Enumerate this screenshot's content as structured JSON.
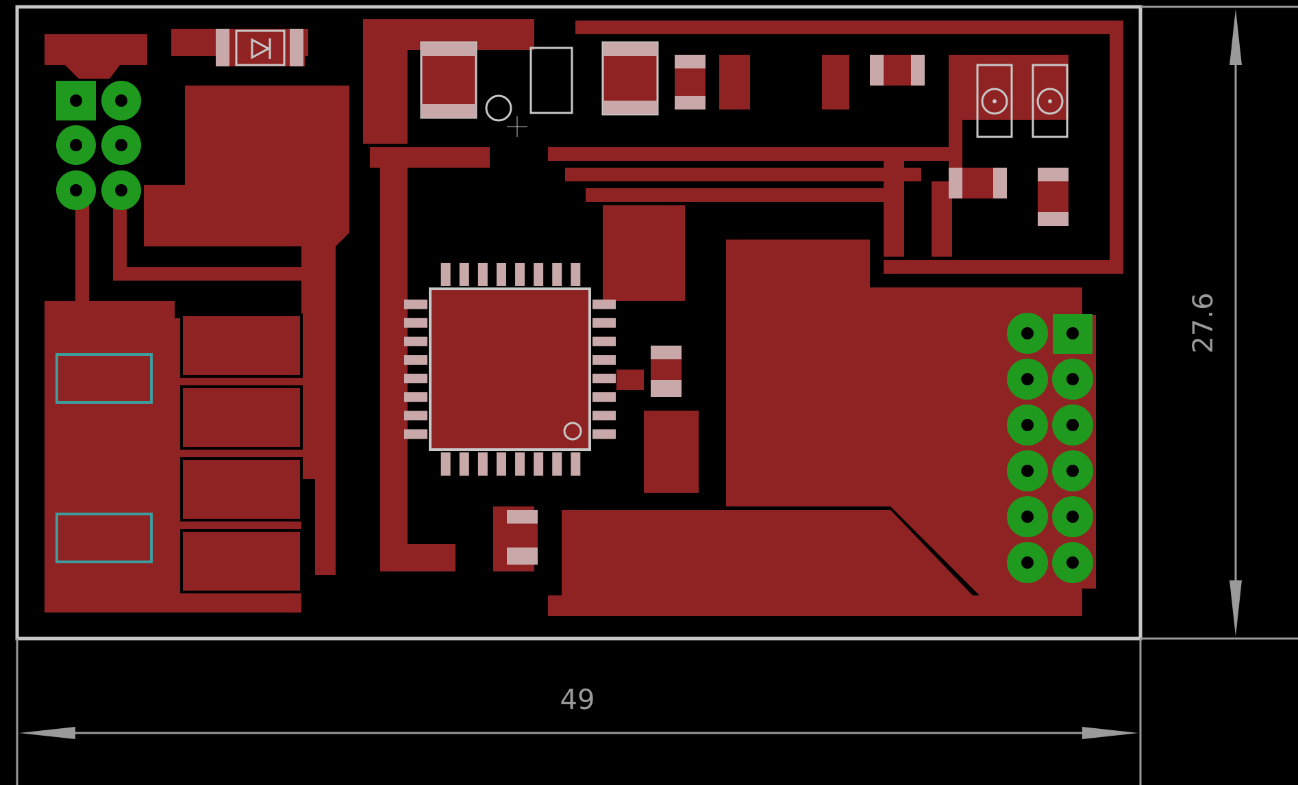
{
  "board": {
    "width_label": "49",
    "height_label": "27.6"
  },
  "colors": {
    "background": "#000000",
    "copper": "#8f2323",
    "silkscreen": "#c8c8c8",
    "pad_green": "#1f9a1f",
    "dimension": "#9a9a9a",
    "outline_teal": "#3f9c9c"
  },
  "components": {
    "left_header_pins": 6,
    "right_header_pins": 12,
    "mcu_pins_per_side": 8
  }
}
